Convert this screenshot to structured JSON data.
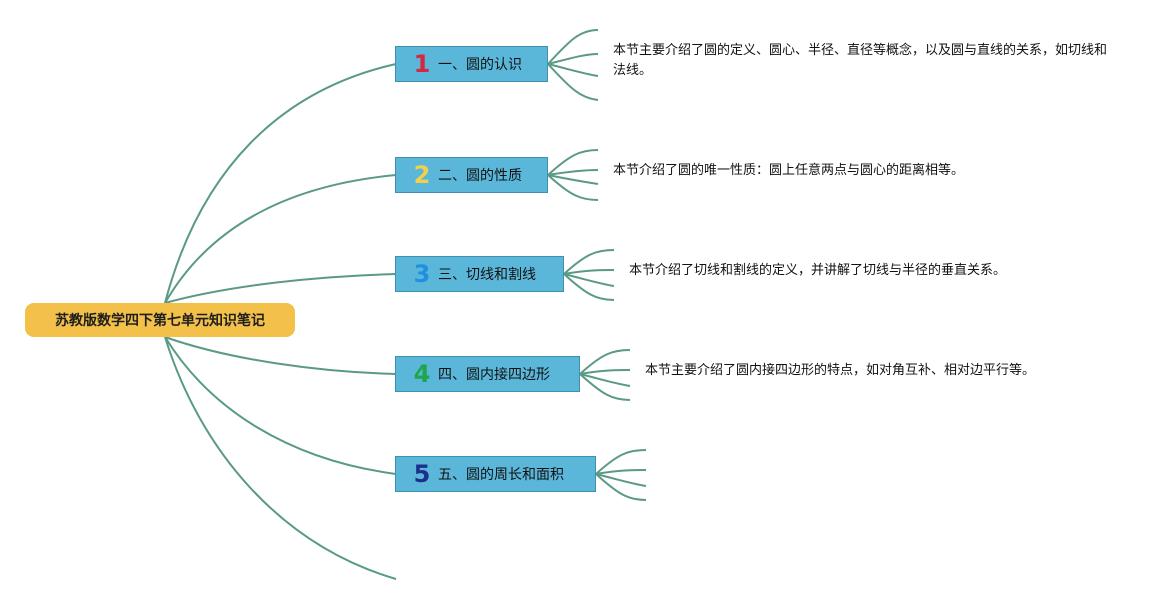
{
  "colors": {
    "root_fill": "#f3c04a",
    "topic_fill": "#5bb7da",
    "topic_border": "#3f8fae",
    "connector": "#5a9a85"
  },
  "root": {
    "title": "苏教版数学四下第七单元知识笔记"
  },
  "topics": [
    {
      "number": "1",
      "number_color": "#d7263d",
      "label": "一、圆的认识",
      "note": "本节主要介绍了圆的定义、圆心、半径、直径等概念，以及圆与直线的关系，如切线和法线。"
    },
    {
      "number": "2",
      "number_color": "#f2d04b",
      "label": "二、圆的性质",
      "note": "本节介绍了圆的唯一性质：圆上任意两点与圆心的距离相等。"
    },
    {
      "number": "3",
      "number_color": "#1f8fe0",
      "label": "三、切线和割线",
      "note": "本节介绍了切线和割线的定义，并讲解了切线与半径的垂直关系。"
    },
    {
      "number": "4",
      "number_color": "#1fa64a",
      "label": "四、圆内接四边形",
      "note": "本节主要介绍了圆内接四边形的特点，如对角互补、相对边平行等。"
    },
    {
      "number": "5",
      "number_color": "#1c2f8a",
      "label": "五、圆的周长和面积",
      "note": ""
    }
  ]
}
